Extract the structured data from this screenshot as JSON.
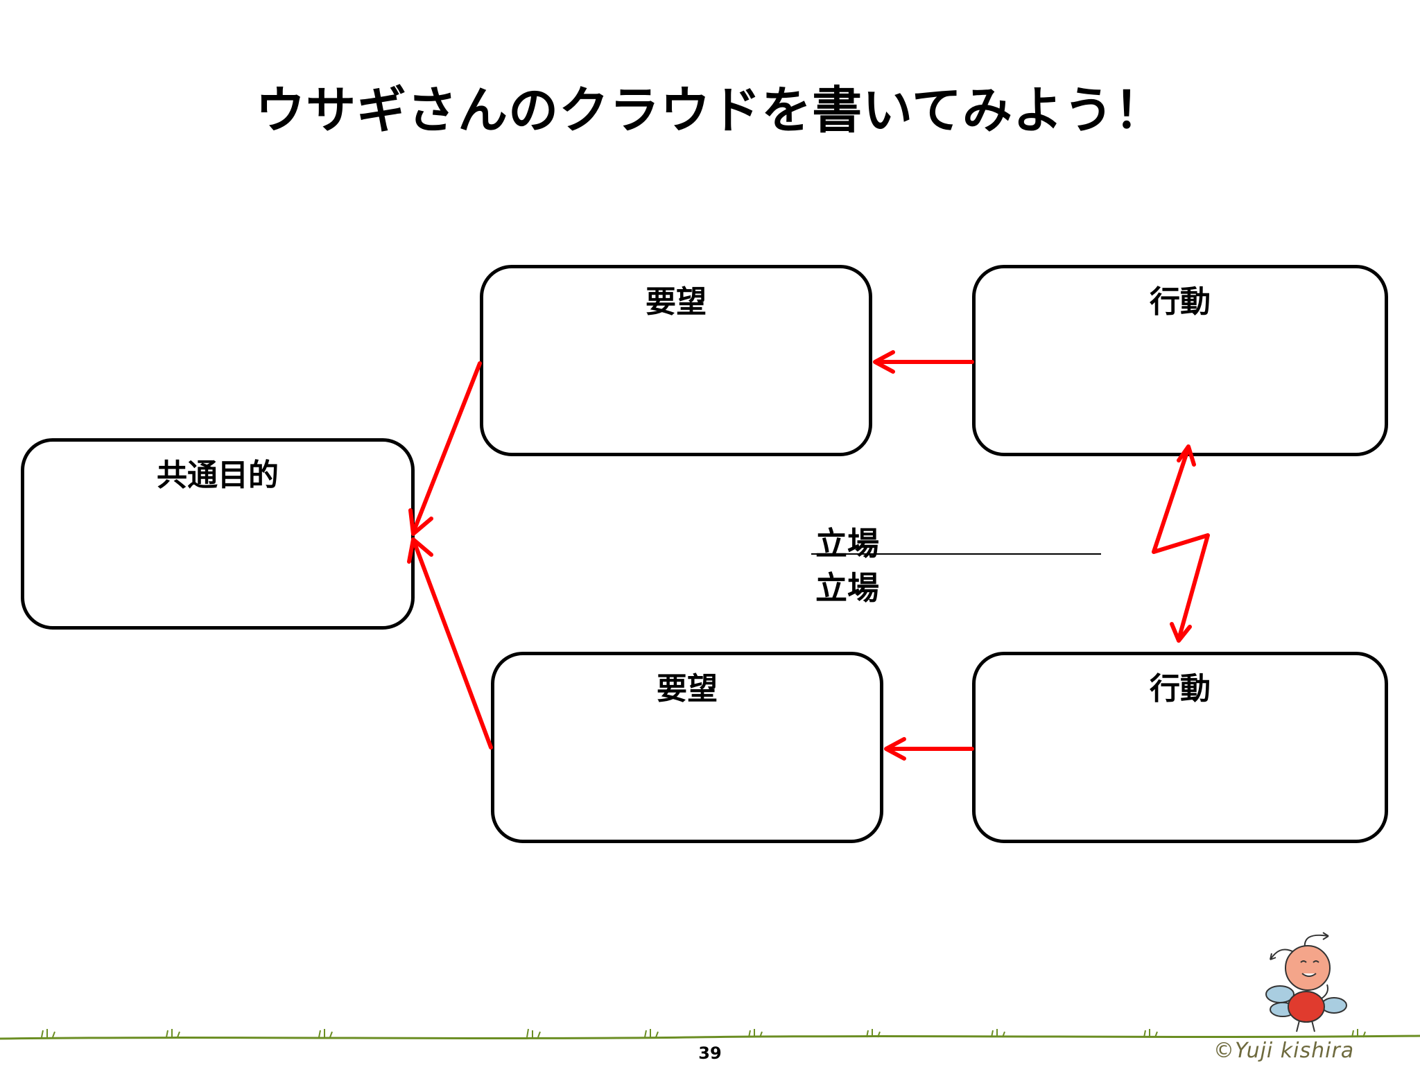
{
  "title": "ウサギさんのクラウドを書いてみよう！",
  "boxes": {
    "common_goal": "共通目的",
    "desire_top": "要望",
    "action_top": "行動",
    "desire_bottom": "要望",
    "action_bottom": "行動"
  },
  "stance": {
    "top": "立場",
    "bottom": "立場"
  },
  "page_number": "39",
  "copyright": "©Yuji kishira",
  "colors": {
    "arrow": "#ff0000",
    "border": "#000000",
    "ground": "#6b8e23",
    "mascot_body": "#e03b2e",
    "mascot_face": "#f4a58a",
    "mascot_wing": "#a9cde0"
  }
}
